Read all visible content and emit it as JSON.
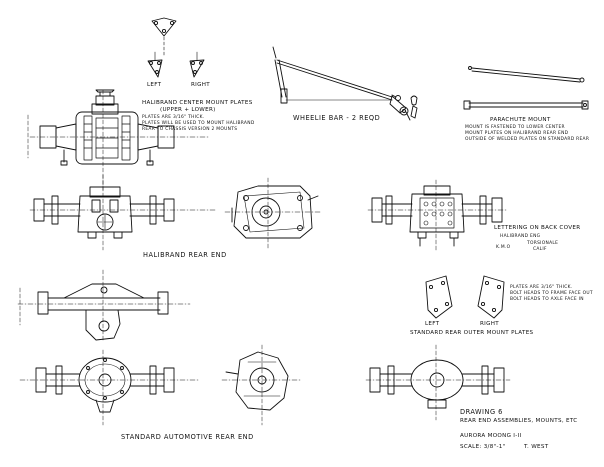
{
  "labels": {
    "mount_left_top": "Left",
    "mount_right_top": "Right",
    "halibrand_plates_title": "Halibrand Center Mount Plates",
    "halibrand_plates_sub": "(Upper + Lower)",
    "halibrand_plates_note1": "Plates Are 3/16\" Thick.",
    "halibrand_plates_note2": "Plates Will Be Used To Mount Halibrand",
    "halibrand_plates_note3": "Rear To Chassis Version 2 Mounts",
    "wheelie_bar": "Wheelie Bar - 2 Reqd",
    "parachute_title": "Parachute Mount",
    "parachute_note1": "Mount Is Fastened To Lower Center",
    "parachute_note2": "Mount Plates On Halibrand Rear End",
    "parachute_note3": "Outside Of Welded Plates On Standard Rear",
    "halibrand_rear_end": "Halibrand Rear End",
    "lettering_title": "Lettering On Back Cover",
    "lettering_halibrand": "Halibrand Eng",
    "lettering_kmo": "K.M.O",
    "lettering_torsionale": "Torsionale",
    "lettering_calif": "Calif",
    "outer_plates_note1": "Plates Are 3/16\" Thick.",
    "outer_plates_note2": "Bolt Heads To Frame Face Out",
    "outer_plates_note3": "Bolt Heads To Axle Face In",
    "mount_left_bottom": "Left",
    "mount_right_bottom": "Right",
    "standard_outer_plates": "Standard Rear Outer Mount Plates",
    "standard_rear_end": "Standard Automotive Rear End",
    "drawing_number": "Drawing 6",
    "drawing_title": "Rear End Assemblies, Mounts, Etc",
    "project": "Aurora Moong I-II",
    "scale": "Scale: 3/8\"-1\"",
    "author": "T. West"
  },
  "colors": {
    "ink": "#111111",
    "paper": "#ffffff"
  }
}
